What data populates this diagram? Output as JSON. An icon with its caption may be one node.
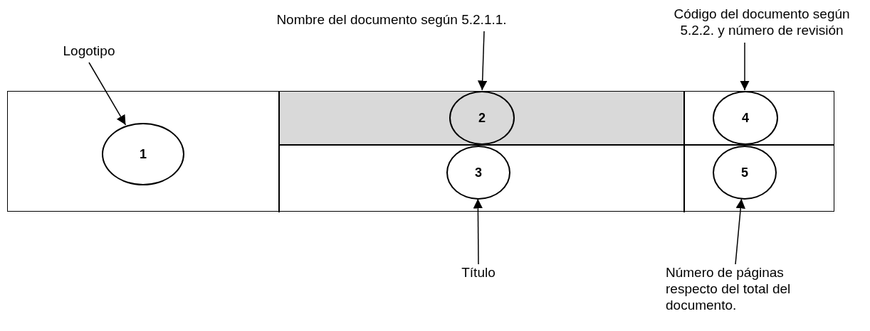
{
  "diagram": {
    "nodes": [
      {
        "text": [
          "Logotipo"
        ]
      },
      {
        "text": [
          "Nombre del documento según 5.2.1.1."
        ]
      },
      {
        "text": [
          "Código del documento según 5.2.2. y número de revisión"
        ]
      },
      {
        "text": [],
        "shape": "box"
      },
      {
        "text": [
          "1"
        ],
        "in": 3
      },
      {
        "text": [
          "2"
        ],
        "in": 3
      },
      {
        "text": [
          "4"
        ],
        "in": 3
      },
      {
        "text": [
          "3"
        ],
        "in": 3
      },
      {
        "text": [
          "5"
        ],
        "in": 3
      },
      {
        "text": [
          "Título"
        ]
      },
      {
        "text": [
          "Número de páginas respecto del total del documento."
        ]
      }
    ],
    "edges": [
      {
        "from": 0,
        "to": 4,
        "arrow": "to"
      },
      {
        "from": 1,
        "to": 5,
        "arrow": "to"
      },
      {
        "from": 2,
        "to": 6,
        "arrow": "to"
      },
      {
        "from": 9,
        "to": 7,
        "arrow": "to"
      },
      {
        "from": 10,
        "to": 8,
        "arrow": "to"
      }
    ]
  }
}
